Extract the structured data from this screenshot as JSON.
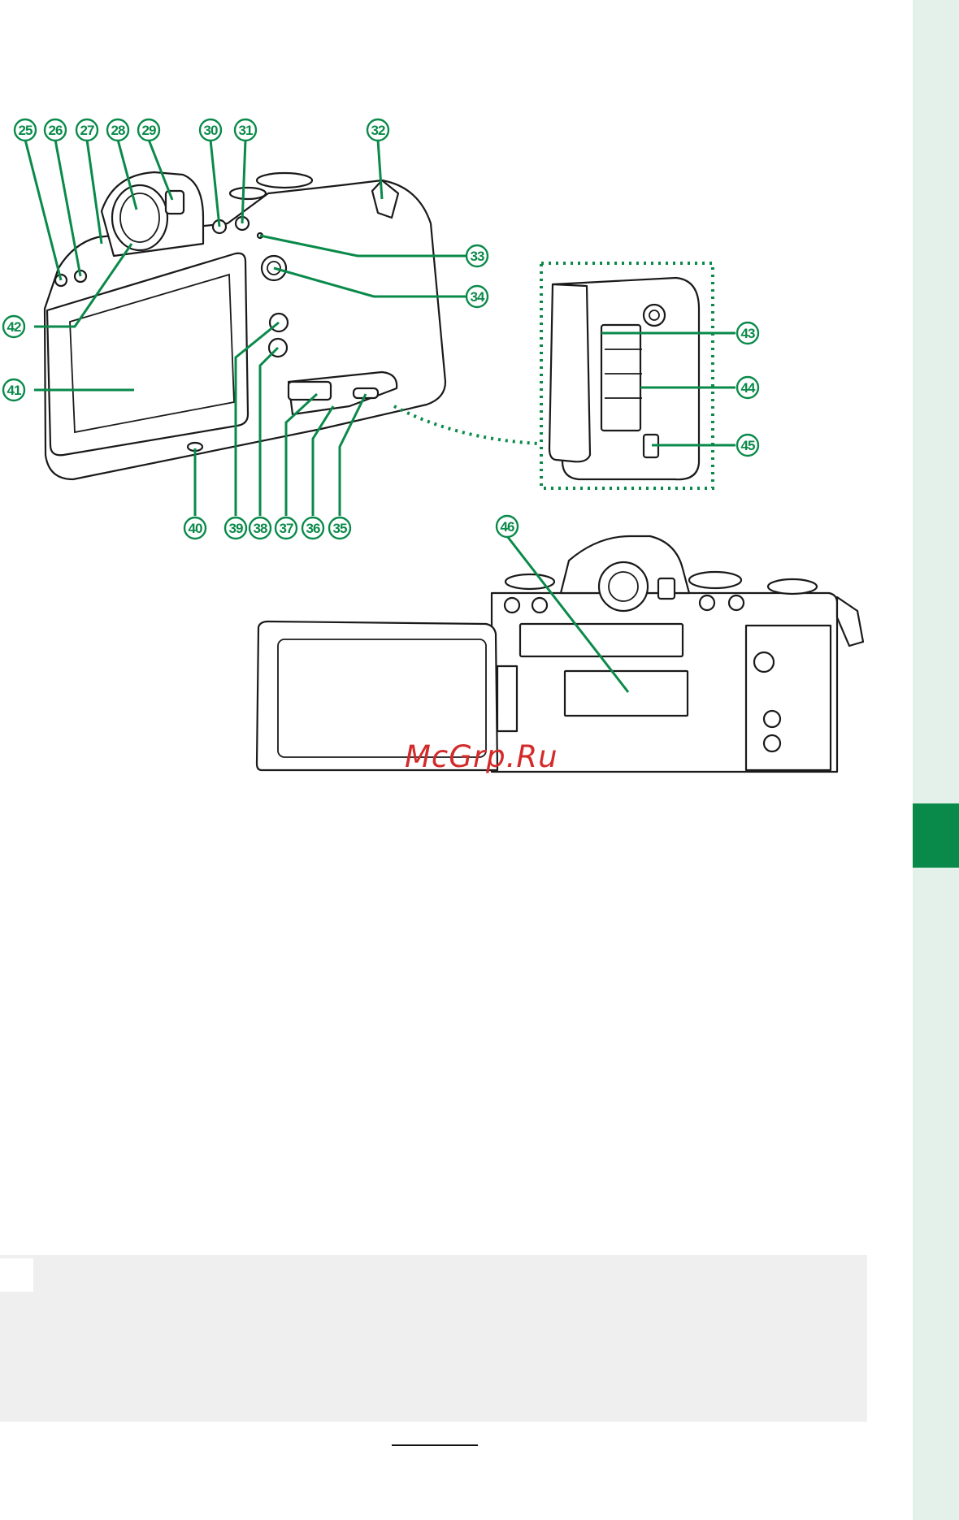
{
  "callouts": {
    "c25": "25",
    "c26": "26",
    "c27": "27",
    "c28": "28",
    "c29": "29",
    "c30": "30",
    "c31": "31",
    "c32": "32",
    "c33": "33",
    "c34": "34",
    "c35": "35",
    "c36": "36",
    "c37": "37",
    "c38": "38",
    "c39": "39",
    "c40": "40",
    "c41": "41",
    "c42": "42",
    "c43": "43",
    "c44": "44",
    "c45": "45",
    "c46": "46"
  },
  "watermark": "McGrp.Ru",
  "colors": {
    "accent": "#0a8a4a",
    "side_strip": "#e3f1ea",
    "note_background": "#efefef",
    "watermark": "#d42a2a"
  }
}
